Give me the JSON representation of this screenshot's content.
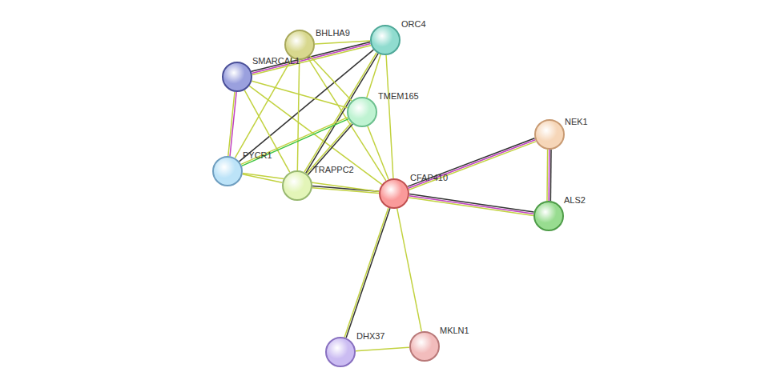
{
  "diagram": {
    "nodes": [
      {
        "text": [
          "BHLHA9"
        ]
      },
      {
        "text": [
          "ORC4"
        ]
      },
      {
        "text": [
          "SMARCAL1"
        ]
      },
      {
        "text": [
          "TMEM165"
        ]
      },
      {
        "text": [
          "NEK1"
        ]
      },
      {
        "text": [
          "PYCR1"
        ]
      },
      {
        "text": [
          "TRAPPC2"
        ]
      },
      {
        "text": [
          "CFAP410"
        ]
      },
      {
        "text": [
          "ALS2"
        ]
      },
      {
        "text": [
          "DHX37"
        ]
      },
      {
        "text": [
          "MKLN1"
        ]
      }
    ],
    "edges": [
      {
        "from": 7,
        "to": 4,
        "arrow": "none"
      },
      {
        "from": 7,
        "to": 8,
        "arrow": "none"
      },
      {
        "from": 4,
        "to": 8,
        "arrow": "none"
      },
      {
        "from": 7,
        "to": 9,
        "arrow": "none"
      },
      {
        "from": 7,
        "to": 10,
        "arrow": "none"
      },
      {
        "from": 9,
        "to": 10,
        "arrow": "none"
      },
      {
        "from": 6,
        "to": 7,
        "arrow": "none"
      },
      {
        "from": 5,
        "to": 7,
        "arrow": "none"
      },
      {
        "from": 1,
        "to": 7,
        "arrow": "none"
      },
      {
        "from": 0,
        "to": 7,
        "arrow": "none"
      },
      {
        "from": 2,
        "to": 7,
        "arrow": "none"
      },
      {
        "from": 3,
        "to": 7,
        "arrow": "none"
      },
      {
        "from": 0,
        "to": 1,
        "arrow": "none"
      },
      {
        "from": 2,
        "to": 1,
        "arrow": "none"
      },
      {
        "from": 1,
        "to": 3,
        "arrow": "none"
      },
      {
        "from": 1,
        "to": 5,
        "arrow": "none"
      },
      {
        "from": 1,
        "to": 6,
        "arrow": "none"
      },
      {
        "from": 0,
        "to": 6,
        "arrow": "none"
      },
      {
        "from": 0,
        "to": 5,
        "arrow": "none"
      },
      {
        "from": 0,
        "to": 3,
        "arrow": "none"
      },
      {
        "from": 2,
        "to": 5,
        "arrow": "none"
      },
      {
        "from": 2,
        "to": 6,
        "arrow": "none"
      },
      {
        "from": 2,
        "to": 3,
        "arrow": "none"
      },
      {
        "from": 3,
        "to": 5,
        "arrow": "none"
      },
      {
        "from": 3,
        "to": 6,
        "arrow": "none"
      },
      {
        "from": 5,
        "to": 6,
        "arrow": "none"
      }
    ]
  }
}
